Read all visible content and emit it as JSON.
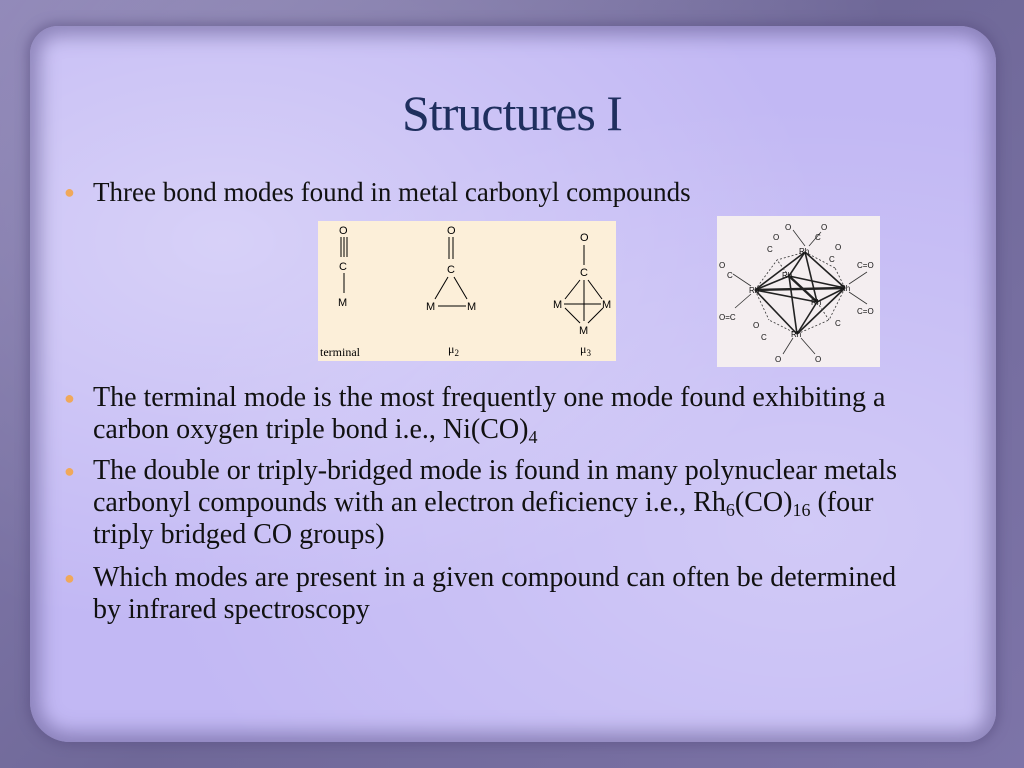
{
  "slide": {
    "title": "Structures I",
    "bullets": [
      {
        "pre": "Three bond modes found in metal carbonyl compounds"
      },
      {
        "pre": "The terminal mode is the most frequently one mode found exhibiting a carbon oxygen triple bond i.e., Ni(CO)",
        "sub1": "4"
      },
      {
        "pre": "The double or triply-bridged mode is found in many polynuclear metals carbonyl compounds with an electron deficiency i.e., Rh",
        "sub1": "6",
        "mid": "(CO)",
        "sub2": "16",
        "post": " (four triply bridged CO groups)"
      },
      {
        "pre": "Which modes are present in a given compound can often be determined by infrared spectroscopy"
      }
    ],
    "bullet_glyph": "●",
    "bullet_color": "#f0a85a",
    "title_color": "#1f2f5e"
  },
  "figure_modes": {
    "atom_O": "O",
    "atom_C": "C",
    "atom_M": "M",
    "label_terminal": "terminal",
    "label_mu": "μ",
    "label_mu2_sub": "2",
    "label_mu3_sub": "3"
  },
  "figure_cluster": {
    "metal": "Rh",
    "carbonyl_C": "C",
    "carbonyl_O": "O",
    "carbonyl_eq": "C=O",
    "carbonyl_eq2": "O=C"
  }
}
